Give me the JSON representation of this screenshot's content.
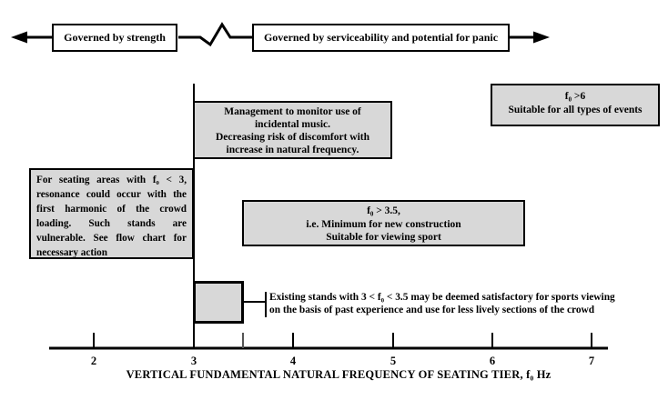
{
  "colors": {
    "background": "#ffffff",
    "box_fill": "#d8d8d8",
    "line": "#000000"
  },
  "top_band": {
    "strength_label": "Governed by strength",
    "serviceability_label": "Governed by serviceability and potential for panic"
  },
  "annotations": {
    "management": {
      "lines": [
        "Management to monitor use of",
        "incidental music.",
        "Decreasing risk of discomfort with",
        "increase in natural frequency."
      ]
    },
    "resonance": {
      "lines": [
        "For seating areas with f₀ < 3,",
        "resonance could occur with the",
        "first harmonic of the crowd",
        "loading.  Such stands are",
        "vulnerable.  See flow chart for",
        "necessary action"
      ]
    },
    "new_construction": {
      "lines": [
        "f₀ > 3.5,",
        "i.e. Minimum for new construction",
        "Suitable for viewing sport"
      ]
    },
    "all_events": {
      "lines": [
        "f₀ >6",
        "Suitable for all types of events"
      ]
    },
    "existing_stands": {
      "lines": [
        "Existing stands with 3 < f₀ < 3.5 may be deemed satisfactory for sports viewing",
        "on the basis of past experience and use for less lively sections of the crowd"
      ]
    }
  },
  "axis": {
    "label": "VERTICAL FUNDAMENTAL NATURAL FREQUENCY OF SEATING TIER, f₀ Hz",
    "tick_labels": [
      "2",
      "3",
      "4",
      "5",
      "6",
      "7"
    ]
  }
}
